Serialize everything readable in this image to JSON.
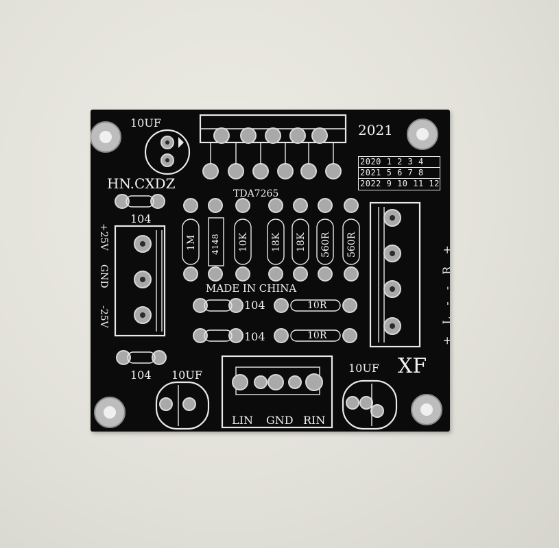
{
  "board": {
    "brand": "HN.CXDZ",
    "year": "2021",
    "chip": "TDA7265",
    "origin": "MADE IN CHINA",
    "maker": "XF",
    "date_rows": [
      "2020 1 2 3 4",
      "2021 5 6 7 8",
      "2022 9 10 11 12"
    ],
    "capacitors": {
      "top_left": "10UF",
      "bottom_left": "10UF",
      "bottom_right": "10UF"
    },
    "ceramic": {
      "c1": "104",
      "c2": "104",
      "c3": "104",
      "c4": "104"
    },
    "resistors": [
      "1M",
      "4148",
      "10K",
      "18K",
      "18K",
      "560R",
      "560R"
    ],
    "small_resistors": [
      "10R",
      "10R"
    ],
    "power_labels": [
      "+25V",
      "GND",
      "-25V"
    ],
    "output_labels": "+ L - - R +",
    "input_labels": [
      "LIN",
      "GND",
      "RIN"
    ]
  }
}
